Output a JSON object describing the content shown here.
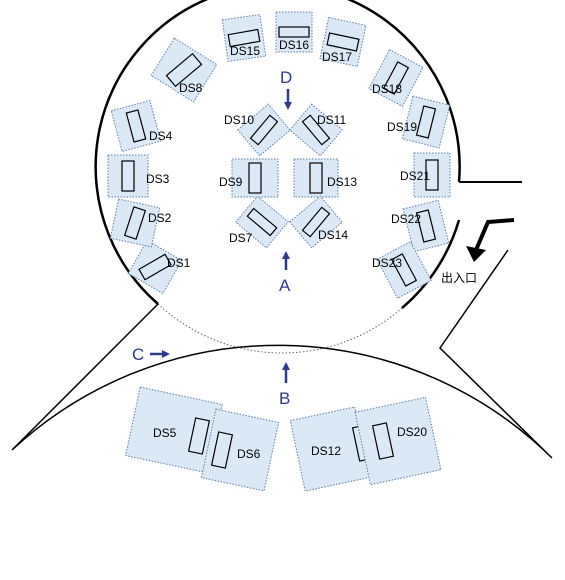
{
  "booths": [
    {
      "id": "DS1",
      "label": "DS1"
    },
    {
      "id": "DS2",
      "label": "DS2"
    },
    {
      "id": "DS3",
      "label": "DS3"
    },
    {
      "id": "DS4",
      "label": "DS4"
    },
    {
      "id": "DS5",
      "label": "DS5"
    },
    {
      "id": "DS6",
      "label": "DS6"
    },
    {
      "id": "DS7",
      "label": "DS7"
    },
    {
      "id": "DS8",
      "label": "DS8"
    },
    {
      "id": "DS9",
      "label": "DS9"
    },
    {
      "id": "DS10",
      "label": "DS10"
    },
    {
      "id": "DS11",
      "label": "DS11"
    },
    {
      "id": "DS12",
      "label": "DS12"
    },
    {
      "id": "DS13",
      "label": "DS13"
    },
    {
      "id": "DS14",
      "label": "DS14"
    },
    {
      "id": "DS15",
      "label": "DS15"
    },
    {
      "id": "DS16",
      "label": "DS16"
    },
    {
      "id": "DS17",
      "label": "DS17"
    },
    {
      "id": "DS18",
      "label": "DS18"
    },
    {
      "id": "DS19",
      "label": "DS19"
    },
    {
      "id": "DS20",
      "label": "DS20"
    },
    {
      "id": "DS21",
      "label": "DS21"
    },
    {
      "id": "DS22",
      "label": "DS22"
    },
    {
      "id": "DS23",
      "label": "DS23"
    }
  ],
  "view_points": [
    {
      "id": "A",
      "label": "A"
    },
    {
      "id": "B",
      "label": "B"
    },
    {
      "id": "C",
      "label": "C"
    },
    {
      "id": "D",
      "label": "D"
    }
  ],
  "entrance": {
    "label": "出入口"
  },
  "colors": {
    "booth_fill": "#dbe9f7",
    "arrow": "#2e3a8c",
    "wall": "#000000"
  }
}
